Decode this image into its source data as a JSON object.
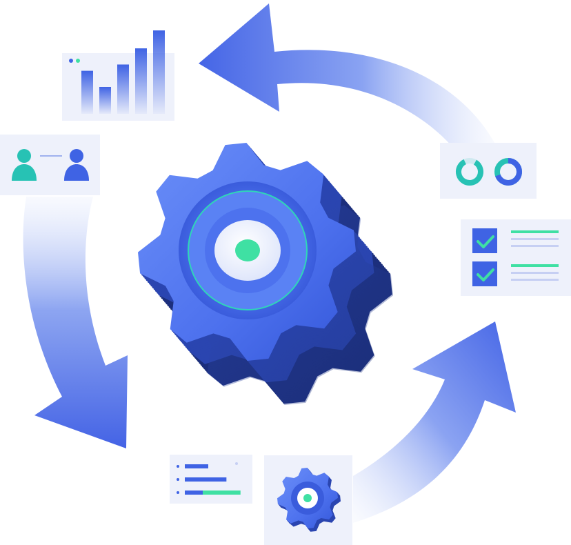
{
  "illustration": {
    "bar_chart_card": {
      "bars": [
        0.48,
        0.3,
        0.55,
        0.73,
        0.93
      ]
    },
    "progress_card": {
      "bars": [
        0.4,
        0.71,
        0.95
      ]
    },
    "colors": {
      "blue": "#3f63e4",
      "blue_light": "#5b86f7",
      "blue_dark": "#1f3a96",
      "teal": "#27c2b4",
      "green": "#3fe0a3",
      "card": "#eef1fb",
      "line": "#c6cff3",
      "white": "#ffffff"
    },
    "icons": [
      "cycle-arrows-icon",
      "gear-icon",
      "user-icon",
      "donut-chart-icon",
      "checkbox-icon",
      "bar-chart-icon"
    ]
  }
}
